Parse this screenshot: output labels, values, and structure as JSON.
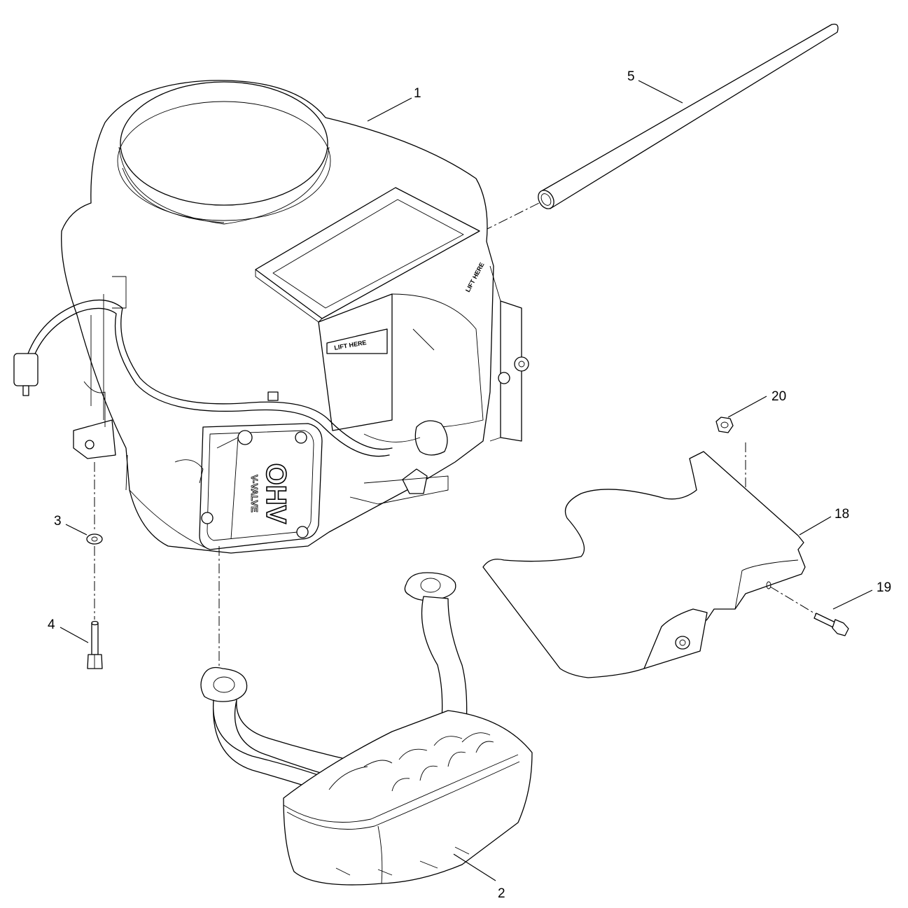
{
  "callouts": {
    "engine": "1",
    "muffler": "2",
    "washer": "3",
    "bolt": "4",
    "tube": "5",
    "heat_shield": "18",
    "flange_screw": "19",
    "nut": "20"
  },
  "decals": {
    "lift_here_front": "LIFT HERE",
    "lift_here_side": "LIFT HERE",
    "valve_cover_main": "OHV",
    "valve_cover_sub": "V-VALVE"
  }
}
